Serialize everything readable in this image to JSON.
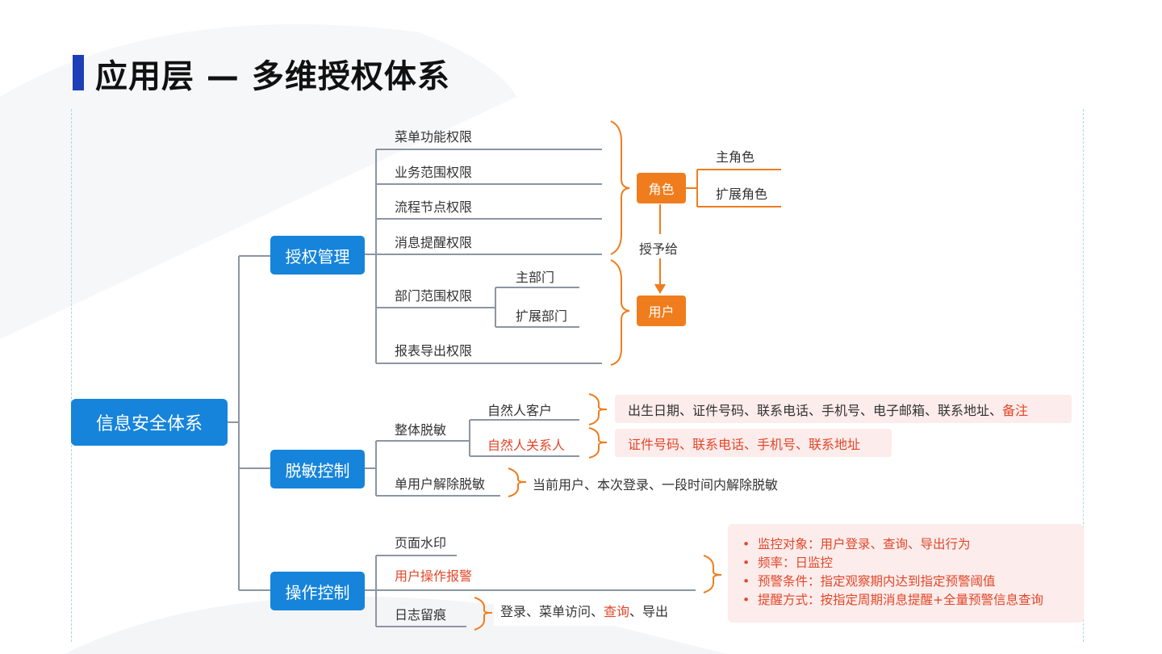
{
  "title": "应用层 — 多维授权体系",
  "root": "信息安全体系",
  "branches": {
    "auth": {
      "label": "授权管理",
      "items": [
        "菜单功能权限",
        "业务范围权限",
        "流程节点权限",
        "消息提醒权限",
        "部门范围权限",
        "报表导出权限"
      ],
      "dept_sub": [
        "主部门",
        "扩展部门"
      ],
      "role": "角色",
      "role_sub": [
        "主角色",
        "扩展角色"
      ],
      "grant": "授予给",
      "user": "用户"
    },
    "mask": {
      "label": "脱敏控制",
      "overall": "整体脱敏",
      "natural": "自然人客户",
      "natural_rel": "自然人关系人",
      "natural_fields": "出生日期、证件号码、联系电话、手机号、电子邮箱、联系地址、",
      "natural_fields_red": "备注",
      "rel_fields": "证件号码、联系电话、手机号、联系地址",
      "single": "单用户解除脱敏",
      "single_desc": "当前用户、本次登录、一段时间内解除脱敏"
    },
    "op": {
      "label": "操作控制",
      "watermark": "页面水印",
      "alarm": "用户操作报警",
      "log": "日志留痕",
      "log_desc_a": "登录、菜单访问、",
      "log_desc_red": "查询",
      "log_desc_b": "、导出",
      "alarm_items": [
        "监控对象：用户登录、查询、导出行为",
        "频率：日监控",
        "预警条件：指定观察期内达到指定预警阈值",
        "提醒方式：按指定周期消息提醒+全量预警信息查询"
      ]
    }
  },
  "colors": {
    "blue": "#1684da",
    "orange": "#ef7d1e",
    "red": "#e2472a",
    "title_bar": "#1c3fb7",
    "line": "#8c95a3"
  }
}
